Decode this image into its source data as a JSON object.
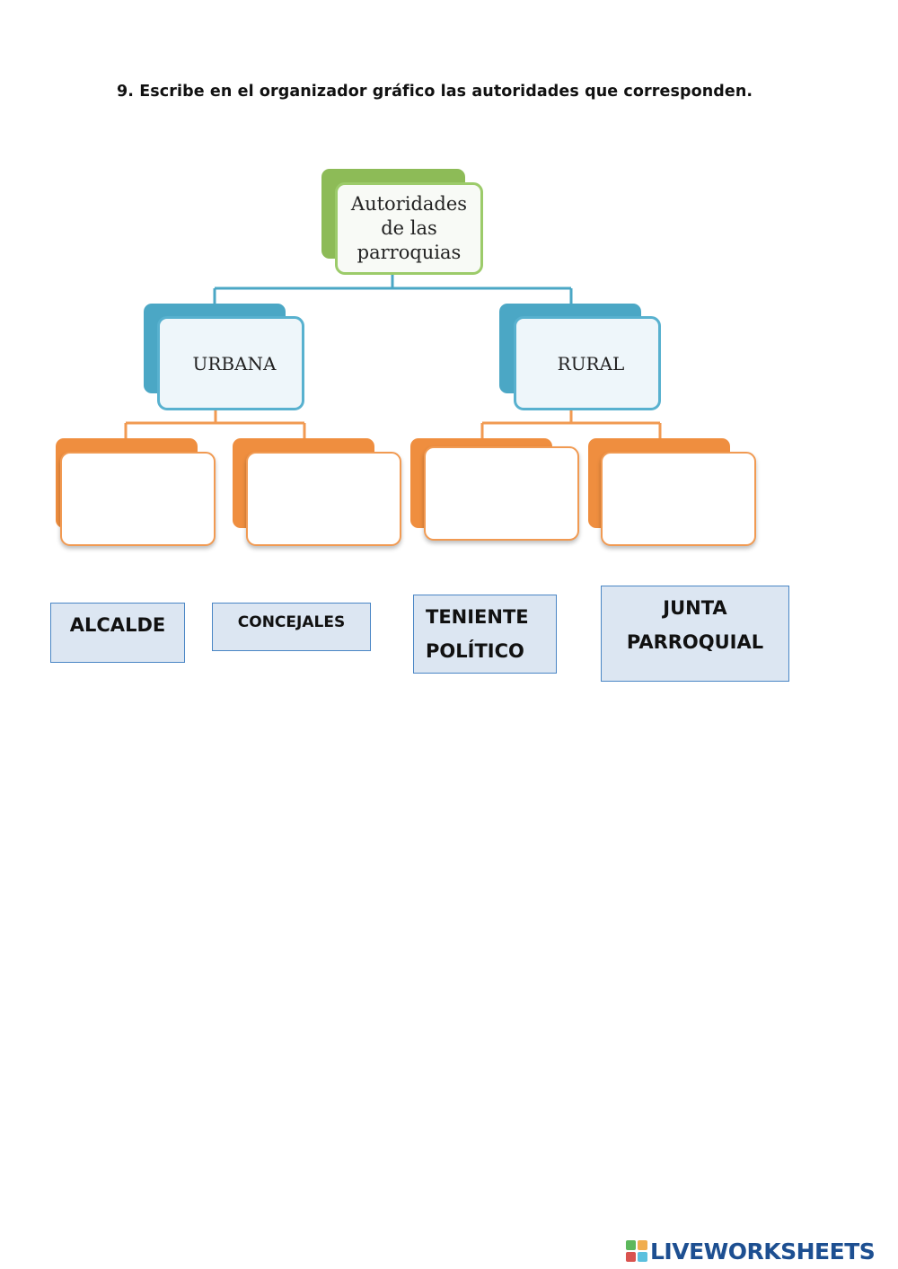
{
  "instruction": "9. Escribe en el organizador gráfico las autoridades que corresponden.",
  "organizer": {
    "root": {
      "lines": [
        "Autoridades",
        "de las",
        "parroquias"
      ],
      "color": "#8dbb57"
    },
    "branches": [
      {
        "label": "URBANA",
        "color": "#4ba7c5"
      },
      {
        "label": "RURAL",
        "color": "#4ba7c5"
      }
    ],
    "leaf_color": "#ef8e3f",
    "leaf_count": 4
  },
  "answer_cards": [
    {
      "lines": [
        "ALCALDE"
      ]
    },
    {
      "lines": [
        "CONCEJALES"
      ]
    },
    {
      "lines": [
        "TENIENTE",
        "POLÍTICO"
      ]
    },
    {
      "lines": [
        "JUNTA",
        "PARROQUIAL"
      ]
    }
  ],
  "footer": {
    "logo_text": "LIVEWORKSHEETS",
    "logo_icon_colors": [
      "#5cb85c",
      "#f0ad4e",
      "#d9534f",
      "#5bc0de"
    ]
  }
}
